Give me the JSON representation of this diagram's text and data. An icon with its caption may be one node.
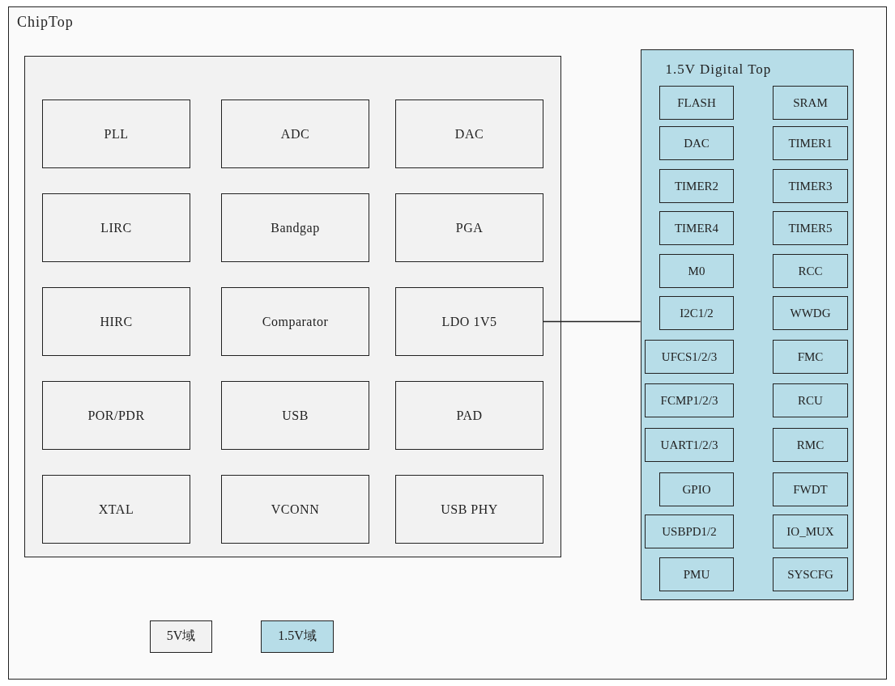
{
  "diagram": {
    "nodes": [
      {
        "text": [
          "ChipTop"
        ]
      },
      {
        "text": [],
        "shape": "box",
        "in": 0
      },
      {
        "text": [
          "PLL"
        ],
        "in": 1
      },
      {
        "text": [
          "ADC"
        ],
        "in": 1
      },
      {
        "text": [
          "DAC"
        ],
        "in": 1
      },
      {
        "text": [
          "LIRC"
        ],
        "in": 1
      },
      {
        "text": [
          "Bandgap"
        ],
        "in": 1
      },
      {
        "text": [
          "PGA"
        ],
        "in": 1
      },
      {
        "text": [
          "HIRC"
        ],
        "in": 1
      },
      {
        "text": [
          "Comparator"
        ],
        "in": 1
      },
      {
        "text": [
          "LDO 1V5"
        ],
        "in": 1
      },
      {
        "text": [
          "POR/PDR"
        ],
        "in": 1
      },
      {
        "text": [
          "USB"
        ],
        "in": 1
      },
      {
        "text": [
          "PAD"
        ],
        "in": 1
      },
      {
        "text": [
          "XTAL"
        ],
        "in": 1
      },
      {
        "text": [
          "VCONN"
        ],
        "in": 1
      },
      {
        "text": [
          "USB PHY"
        ],
        "in": 1
      },
      {
        "text": [
          "1.5V Digital Top"
        ],
        "in": 0
      },
      {
        "text": [
          "FLASH"
        ],
        "in": 17
      },
      {
        "text": [
          "SRAM"
        ],
        "in": 17
      },
      {
        "text": [
          "DAC"
        ],
        "in": 17
      },
      {
        "text": [
          "TIMER1"
        ],
        "in": 17
      },
      {
        "text": [
          "TIMER2"
        ],
        "in": 17
      },
      {
        "text": [
          "TIMER3"
        ],
        "in": 17
      },
      {
        "text": [
          "TIMER4"
        ],
        "in": 17
      },
      {
        "text": [
          "TIMER5"
        ],
        "in": 17
      },
      {
        "text": [
          "M0"
        ],
        "in": 17
      },
      {
        "text": [
          "RCC"
        ],
        "in": 17
      },
      {
        "text": [
          "I2C1/2"
        ],
        "in": 17
      },
      {
        "text": [
          "WWDG"
        ],
        "in": 17
      },
      {
        "text": [
          "UFCS1/2/3"
        ],
        "in": 17
      },
      {
        "text": [
          "FMC"
        ],
        "in": 17
      },
      {
        "text": [
          "FCMP1/2/3"
        ],
        "in": 17
      },
      {
        "text": [
          "RCU"
        ],
        "in": 17
      },
      {
        "text": [
          "UART1/2/3"
        ],
        "in": 17
      },
      {
        "text": [
          "RMC"
        ],
        "in": 17
      },
      {
        "text": [
          "GPIO"
        ],
        "in": 17
      },
      {
        "text": [
          "FWDT"
        ],
        "in": 17
      },
      {
        "text": [
          "USBPD1/2"
        ],
        "in": 17
      },
      {
        "text": [
          "IO_MUX"
        ],
        "in": 17
      },
      {
        "text": [
          "PMU"
        ],
        "in": 17
      },
      {
        "text": [
          "SYSCFG"
        ],
        "in": 17
      }
    ],
    "edges": [
      {
        "from": 10,
        "to": 17,
        "arrow": "none"
      }
    ],
    "legend": [
      {
        "text": "5V域",
        "color": "#f2f2f2"
      },
      {
        "text": "1.5V域",
        "color": "#b7dde8"
      }
    ]
  }
}
